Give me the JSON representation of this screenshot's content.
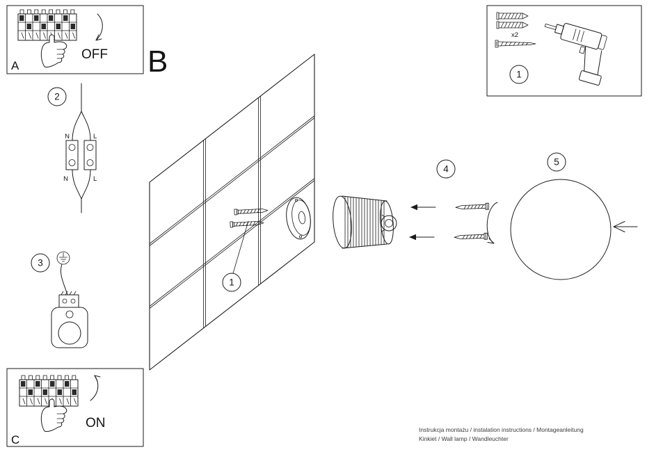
{
  "section_b": "B",
  "panel_a": {
    "label": "A",
    "state": "OFF"
  },
  "panel_c": {
    "label": "C",
    "state": "ON"
  },
  "kit": {
    "step": "1",
    "anchor_qty": "x2"
  },
  "steps": {
    "wall": "1",
    "wiring": "2",
    "bracket": "3",
    "screws": "4",
    "globe": "5"
  },
  "wiring": {
    "n_top": "N",
    "l_top": "L",
    "n_bottom": "N",
    "l_bottom": "L"
  },
  "footer": {
    "line1": "Instrukcja montażu / instalation instructions / Montageanleitung",
    "line2": "Kinkiet / Wall lamp / Wandleuchter"
  },
  "colors": {
    "line": "#1a1a1a",
    "background": "#ffffff"
  }
}
